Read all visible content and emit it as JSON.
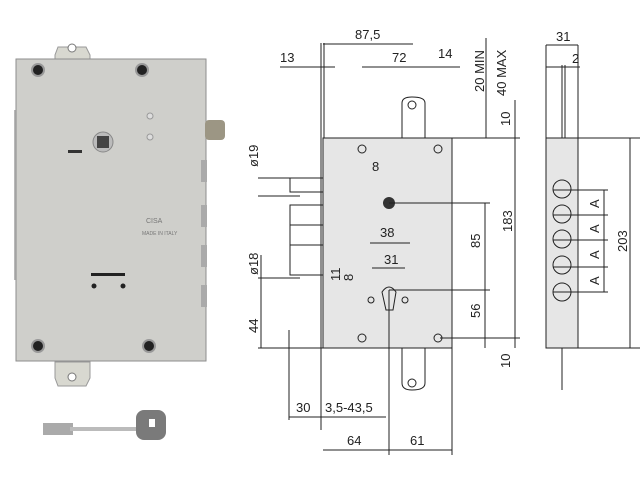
{
  "photo": {
    "brand_logo": "CISA",
    "made_in": "MADE IN ITALY"
  },
  "drawing": {
    "dims": {
      "d87_5": "87,5",
      "d72": "72",
      "d14": "14",
      "d13": "13",
      "d20min": "20 MIN",
      "d40max": "40 MAX",
      "d10_top": "10",
      "d19": "ø19",
      "d8_sq": "8",
      "d38": "38",
      "d31": "31",
      "d18": "ø18",
      "d11": "11",
      "d8": "8",
      "d44": "44",
      "d85": "85",
      "d183": "183",
      "d56": "56",
      "d10_bot": "10",
      "d30": "30",
      "d3_5_43_5": "3,5-43,5",
      "d64": "64",
      "d61": "61"
    },
    "side": {
      "d31": "31",
      "d2": "2",
      "a": "A",
      "d203": "203"
    }
  }
}
